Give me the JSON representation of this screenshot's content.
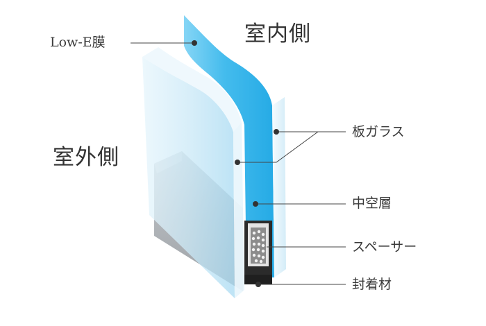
{
  "labels": {
    "low_e": "Low-E膜",
    "indoor": "室内側",
    "outdoor": "室外側",
    "plate_glass": "板ガラス",
    "air_layer": "中空層",
    "spacer": "スペーサー",
    "sealant": "封着材"
  },
  "colors": {
    "low_e_glass": "#35b8ec",
    "clear_glass": "#d6eefa",
    "glass_edge": "#eaf7fd",
    "spacer_metal": "#a9aeb3",
    "sealant": "#2b2b2b",
    "leader_line": "#444444"
  }
}
